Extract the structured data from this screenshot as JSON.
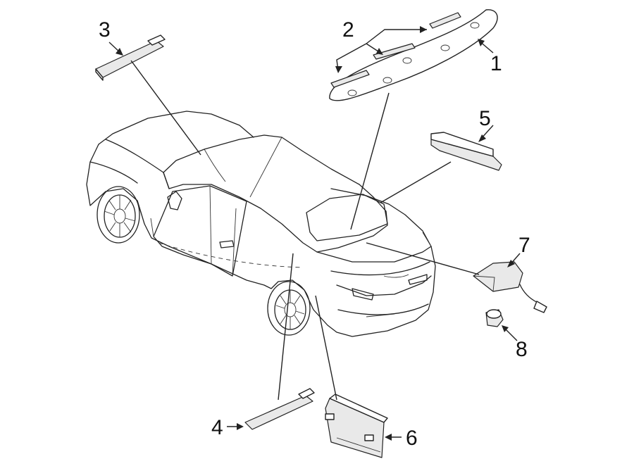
{
  "callouts": [
    {
      "id": "1",
      "label": "1"
    },
    {
      "id": "2",
      "label": "2"
    },
    {
      "id": "3",
      "label": "3"
    },
    {
      "id": "4",
      "label": "4"
    },
    {
      "id": "5",
      "label": "5"
    },
    {
      "id": "6",
      "label": "6"
    },
    {
      "id": "7",
      "label": "7"
    },
    {
      "id": "8",
      "label": "8"
    }
  ],
  "colors": {
    "line": "#222222",
    "background": "#ffffff",
    "part_fill": "#e9e9e9"
  }
}
